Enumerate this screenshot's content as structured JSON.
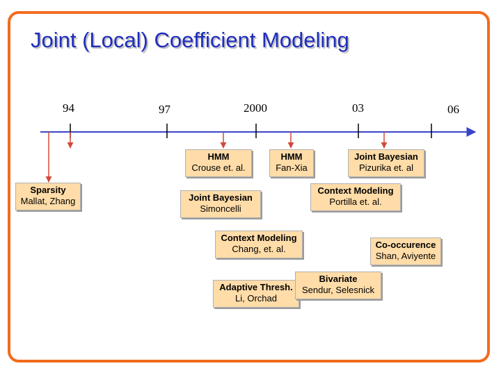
{
  "title": "Joint (Local) Coefficient Modeling",
  "timeline": {
    "years": [
      "94",
      "97",
      "2000",
      "03",
      "06"
    ]
  },
  "colors": {
    "frame": "#f26b1d",
    "title": "#1f2dbd",
    "box_fill": "#ffdca8",
    "arrow": "#d14a3a",
    "axis": "#3a44c8"
  },
  "boxes": {
    "sparsity": {
      "title": "Sparsity",
      "authors": "Mallat, Zhang"
    },
    "hmm_crouse": {
      "title": "HMM",
      "authors": "Crouse et. al."
    },
    "hmm_fanxia": {
      "title": "HMM",
      "authors": "Fan-Xia"
    },
    "jb_pizurika": {
      "title": "Joint Bayesian",
      "authors": "Pizurika et. al"
    },
    "jb_simoncelli": {
      "title": "Joint Bayesian",
      "authors": "Simoncelli"
    },
    "cm_portilla": {
      "title": "Context Modeling",
      "authors": "Portilla et. al."
    },
    "cm_chang": {
      "title": "Context Modeling",
      "authors": "Chang, et. al."
    },
    "cooccurence": {
      "title": "Co-occurence",
      "authors": "Shan, Aviyente"
    },
    "bivariate": {
      "title": "Bivariate",
      "authors": "Sendur, Selesnick"
    },
    "adaptive": {
      "title": "Adaptive Thresh.",
      "authors": "Li, Orchad"
    }
  }
}
